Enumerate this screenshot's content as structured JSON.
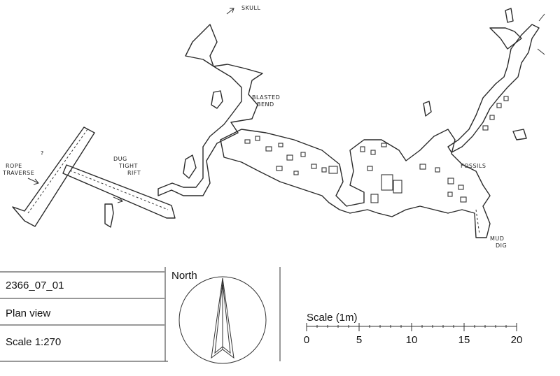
{
  "title_block": {
    "survey_id": "2366_07_01",
    "view": "Plan view",
    "scale": "Scale 1:270"
  },
  "north": {
    "label": "North"
  },
  "scale_bar": {
    "title": "Scale (1m)",
    "ticks": [
      "0",
      "5",
      "10",
      "15",
      "20"
    ]
  },
  "annotations": {
    "skull": "SKULL",
    "blasted_bend_1": "BLASTED",
    "blasted_bend_2": "BEND",
    "rope_traverse_1": "ROPE",
    "rope_traverse_2": "TRAVERSE",
    "dug_tight_rift_1": "DUG",
    "dug_tight_rift_2": "TIGHT",
    "dug_tight_rift_3": "RIFT",
    "fossils": "FOSSILS",
    "mud_dig_1": "MUD",
    "mud_dig_2": "DIG",
    "question": "?"
  },
  "colors": {
    "ink": "#222222",
    "paper": "#ffffff"
  }
}
